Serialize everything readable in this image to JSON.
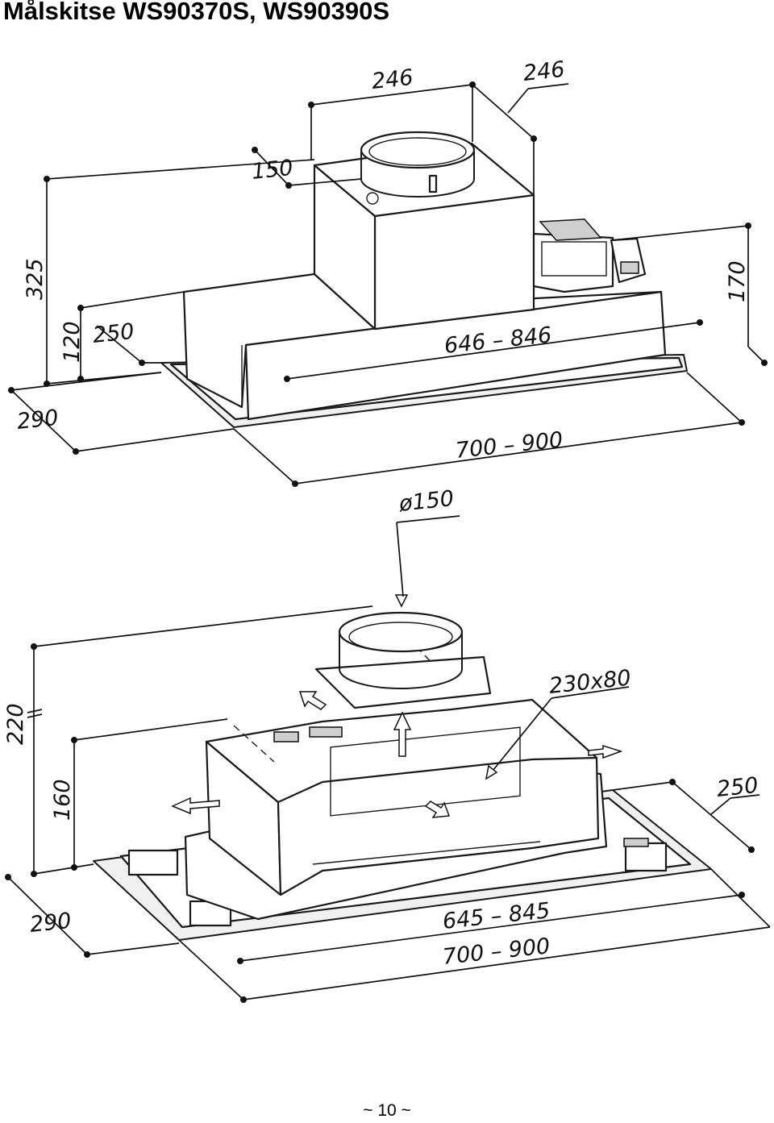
{
  "title": "Målskitse WS90370S, WS90390S",
  "page_number": "~ 10 ~",
  "top_drawing": {
    "dimensions": {
      "width_a": "246",
      "width_b": "246",
      "outlet": "150",
      "height_total": "325",
      "height_body": "120",
      "depth_inner": "250",
      "width_inner": "646  –  846",
      "height_side": "170",
      "depth": "290",
      "width": "700  –  900"
    }
  },
  "bottom_drawing": {
    "dimensions": {
      "outlet_diameter": "ø150",
      "height_total": "220",
      "height_body": "160",
      "opening": "230x80",
      "depth_inner": "250",
      "depth": "290",
      "width_inner": "645  –  845",
      "width": "700  –  900"
    }
  }
}
